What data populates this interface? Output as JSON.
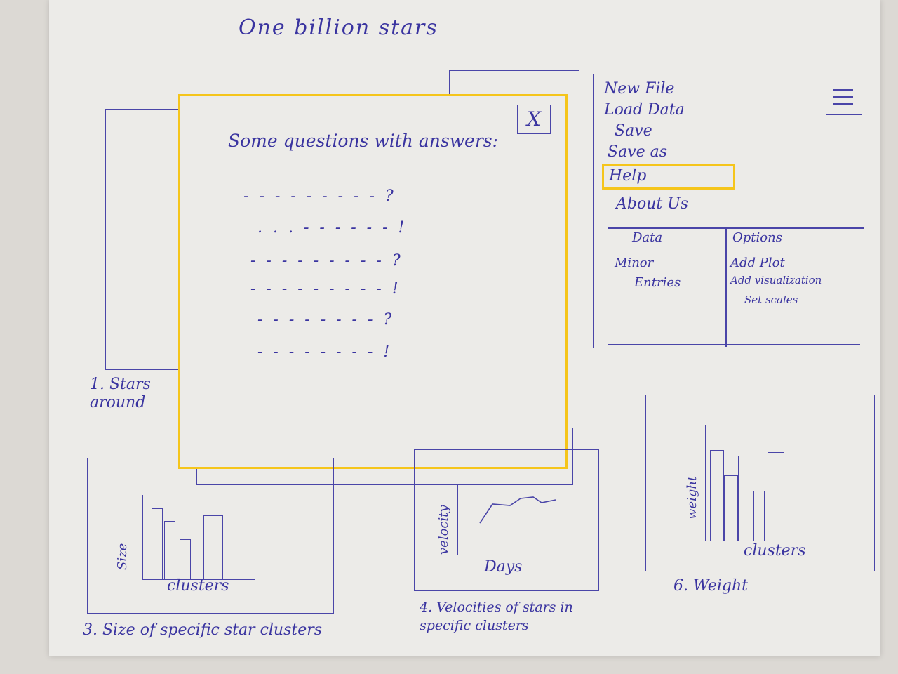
{
  "page_title": "One billion stars",
  "menu": {
    "items": [
      "New File",
      "Load Data",
      "Save",
      "Save as",
      "Help",
      "About Us"
    ],
    "highlighted": "Help",
    "columns": [
      {
        "header": "Data",
        "lines": [
          "Minor",
          "Entries"
        ]
      },
      {
        "header": "Options",
        "lines": [
          "Add Plot",
          "Add visualization",
          "Set scales"
        ]
      }
    ]
  },
  "dialog": {
    "heading": "Some questions with answers:",
    "close_glyph": "X"
  },
  "panels": {
    "p1_caption": "1. Stars around",
    "p3_caption": "3. Size of specific star clusters",
    "p3_ylabel": "Size",
    "p3_xlabel": "clusters",
    "p4_caption": "4. Velocities of stars in specific clusters",
    "p4_ylabel": "velocity",
    "p4_xlabel": "Days",
    "p6_caption": "6. Weight",
    "p6_ylabel": "weight",
    "p6_xlabel": "clusters"
  },
  "colors": {
    "ink": "#3a34a0",
    "highlight": "#f5c51b"
  }
}
